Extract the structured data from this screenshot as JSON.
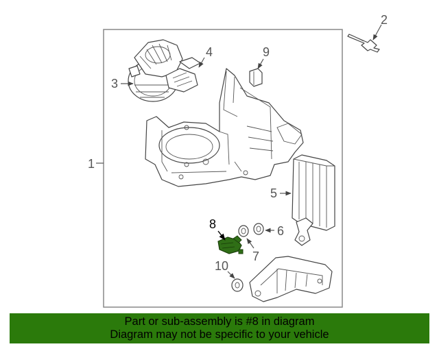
{
  "diagram": {
    "callouts": {
      "c1": "1",
      "c2": "2",
      "c3": "3",
      "c4": "4",
      "c5": "5",
      "c6": "6",
      "c7": "7",
      "c8": "8",
      "c9": "9",
      "c10": "10"
    },
    "highlighted_part": "8",
    "highlight_color": "#2f6e16"
  },
  "banner": {
    "line1": "Part or sub-assembly is #8 in diagram",
    "line2": "Diagram may not be specific to your vehicle",
    "color": "#2b7a0b"
  }
}
